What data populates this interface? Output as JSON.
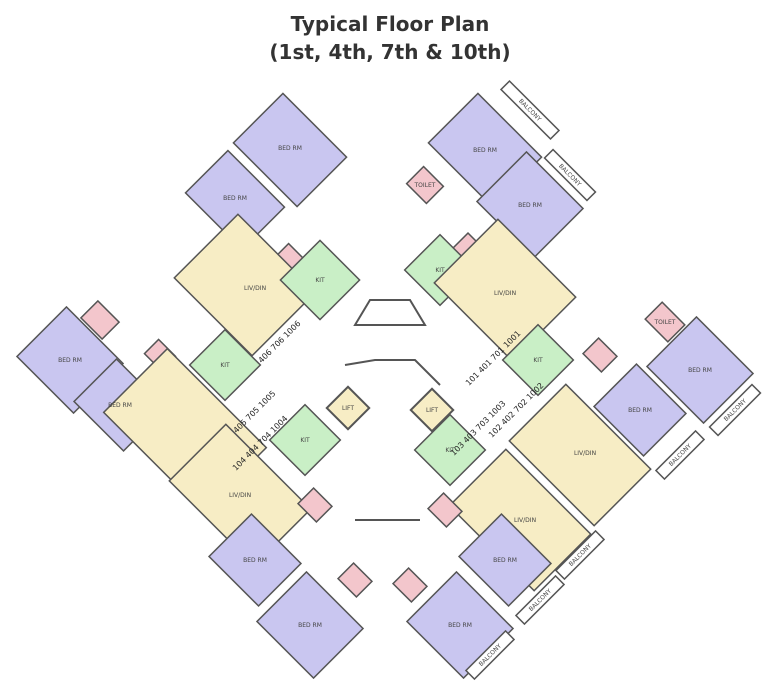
{
  "title": {
    "line1": "Typical Floor Plan",
    "line2": "(1st, 4th, 7th & 10th)"
  },
  "labels": {
    "bed_rm": "BED RM",
    "toilet": "TOILET",
    "kit": "KIT",
    "liv_din": "LIV/DIN",
    "balcony": "BALCONY",
    "lift": "LIFT"
  },
  "units": {
    "u101": "101 401 701 1001",
    "u102": "102 402 702 1002",
    "u103": "103 403 703 1003",
    "u104": "104 404 704 1004",
    "u105": "105 405 705 1005",
    "u106": "106 406 706 1006"
  },
  "colors": {
    "bedroom": "#c9c6f0",
    "living": "#f7edc5",
    "kitchen": "#c9efc6",
    "toilet": "#f3c6cc"
  }
}
